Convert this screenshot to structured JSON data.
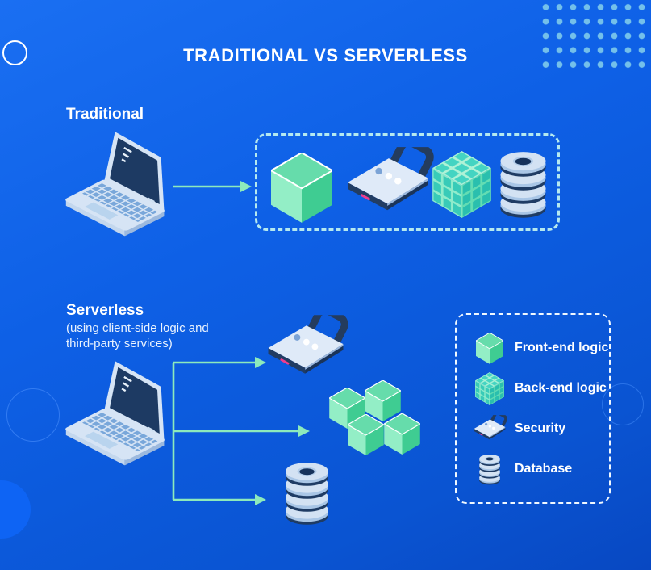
{
  "title": "TRADITIONAL VS SERVERLESS",
  "traditional": {
    "heading": "Traditional"
  },
  "serverless": {
    "heading": "Serverless",
    "subtitle": "(using client-side logic and third-party services)"
  },
  "legend": {
    "items": [
      {
        "icon": "cube-icon",
        "label": "Front-end logic"
      },
      {
        "icon": "cube-cluster-icon",
        "label": "Back-end logic"
      },
      {
        "icon": "lock-icon",
        "label": "Security"
      },
      {
        "icon": "database-icon",
        "label": "Database"
      }
    ]
  },
  "colors": {
    "background_top": "#1a6ff2",
    "background_bottom": "#0848c2",
    "arrow_mint": "#8deabb",
    "cube_top": "#66dcab",
    "cube_left": "#93eec6",
    "cube_right": "#3fcc92",
    "cluster_teal": "#3ed0bd",
    "device_navy": "#1d3a63",
    "device_light": "#dfeaf8",
    "keyboard_blue": "#79a7da",
    "pink_accent": "#ee3d8f",
    "dash_cyan": "#b5e9ef",
    "dot_blue": "#74c0ea",
    "text_white": "#ffffff"
  }
}
